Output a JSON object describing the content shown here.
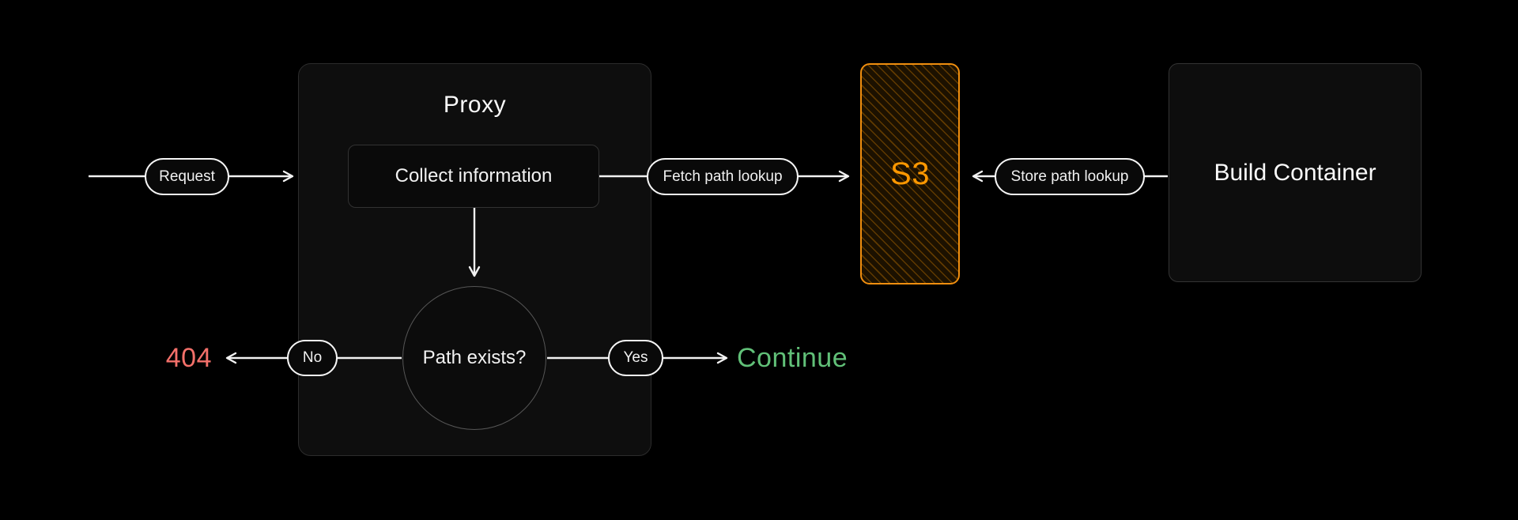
{
  "diagram": {
    "nodes": {
      "proxy": {
        "label": "Proxy"
      },
      "collect_information": {
        "label": "Collect information"
      },
      "path_exists": {
        "label": "Path exists?"
      },
      "s3": {
        "label": "S3",
        "accent": "#ff9800"
      },
      "build_container": {
        "label": "Build Container"
      }
    },
    "edge_labels": {
      "request": "Request",
      "fetch_path_lookup": "Fetch path lookup",
      "store_path_lookup": "Store path lookup",
      "no": "No",
      "yes": "Yes"
    },
    "outcomes": {
      "not_found": {
        "label": "404",
        "color": "#f4706a"
      },
      "continue": {
        "label": "Continue",
        "color": "#61c078"
      }
    },
    "colors": {
      "background": "#000000",
      "arrow": "#f2f2f2",
      "s3_border": "#ef8e0f"
    }
  }
}
